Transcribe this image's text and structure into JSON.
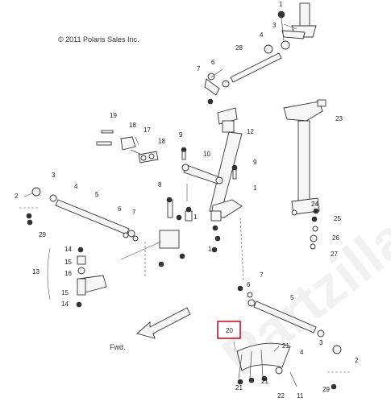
{
  "copyright": "© 2011 Polaris Sales Inc.",
  "direction_label": "Fwd.",
  "highlighted_callout": "20",
  "watermark_text": "Partzilla",
  "callouts": {
    "c1": "1",
    "c2": "2",
    "c3": "3",
    "c4": "4",
    "c5": "5",
    "c6": "6",
    "c7": "7",
    "c8": "8",
    "c9": "9",
    "c10": "10",
    "c11": "11",
    "c12": "12",
    "c13": "13",
    "c14": "14",
    "c15": "15",
    "c16": "16",
    "c17": "17",
    "c18": "18",
    "c19": "19",
    "c20": "20",
    "c21": "21",
    "c22": "22",
    "c23": "23",
    "c24": "24",
    "c25": "25",
    "c26": "26",
    "c27": "27",
    "c28": "28",
    "c29": "29"
  },
  "colors": {
    "highlight": "#c8141e",
    "line": "#333333"
  }
}
